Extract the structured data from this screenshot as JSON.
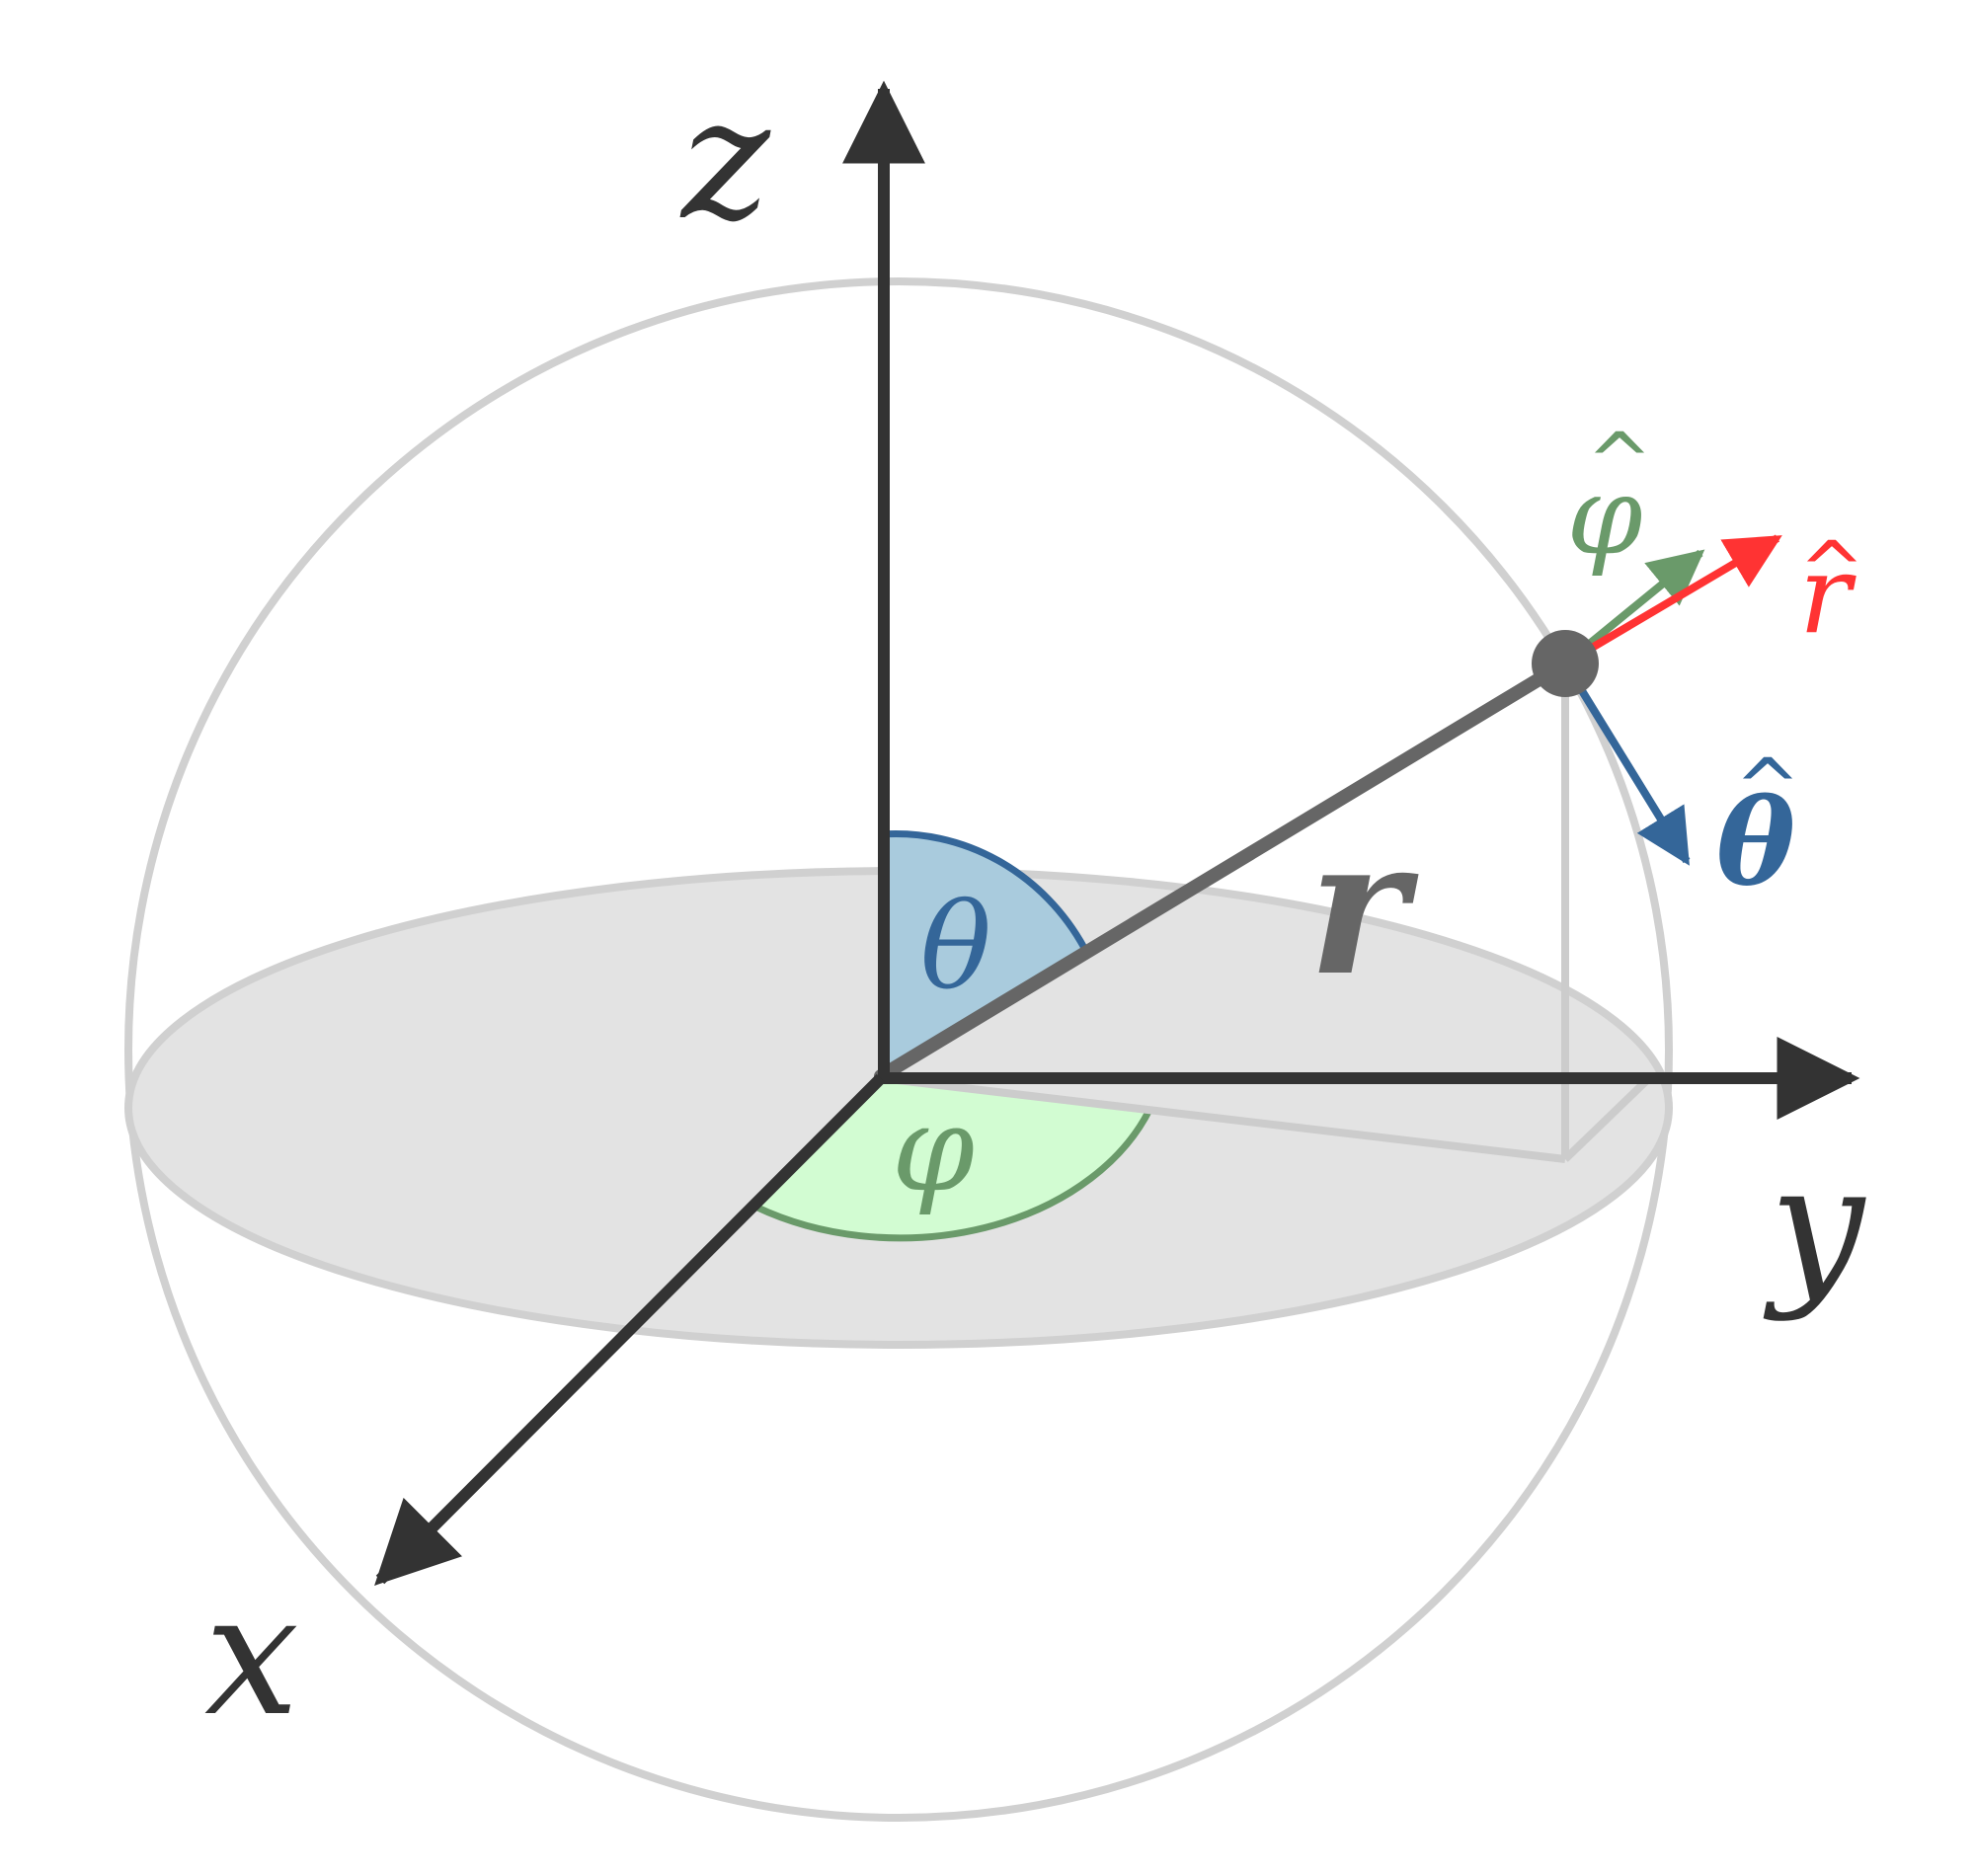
{
  "labels": {
    "z_axis": "z",
    "y_axis": "y",
    "x_axis": "x",
    "theta": "θ",
    "phi": "φ",
    "radius": "r",
    "phi_hat": "φ",
    "r_hat": "r",
    "theta_hat": "θ",
    "hat_mark": "^"
  },
  "colors": {
    "axis": "#333333",
    "sphere_outline": "#d0d0d0",
    "equator_fill": "#e3e3e3",
    "radius_line": "#666666",
    "point": "#666666",
    "theta_fill": "#a9cbdd",
    "theta_stroke": "#346699",
    "phi_fill": "#d2fcd2",
    "phi_stroke": "#6a9a6a",
    "phi_hat_vector": "#6a9a6a",
    "r_hat_vector": "#ff3333",
    "theta_hat_vector": "#346699",
    "projection": "#cccccc"
  }
}
